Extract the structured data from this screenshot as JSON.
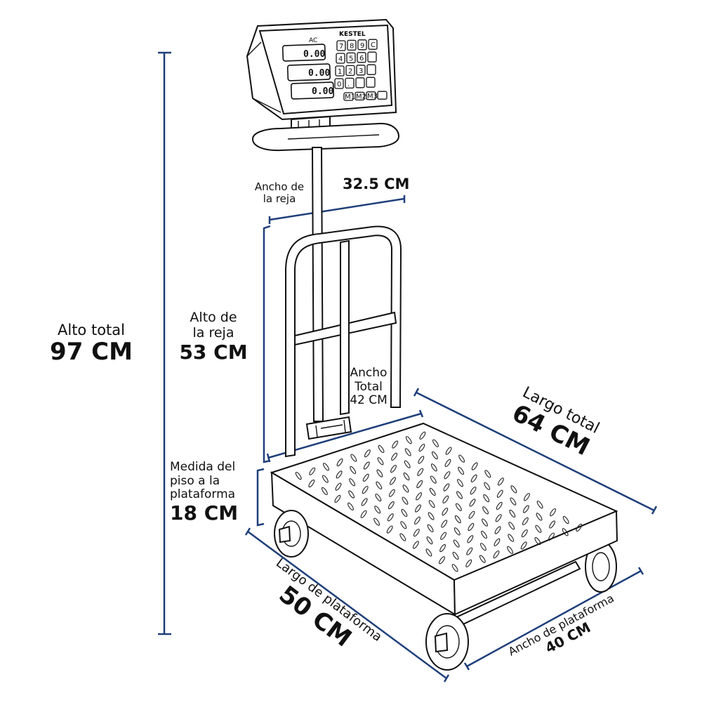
{
  "indicator": {
    "brand": "KESTEL",
    "ac_label": "AC",
    "displays": [
      "0.00",
      "0.00",
      "0.00"
    ],
    "keys": [
      "7",
      "8",
      "9",
      "C",
      "4",
      "5",
      "6",
      "",
      "1",
      "2",
      "3",
      "",
      "0",
      ".",
      "",
      ""
    ],
    "bottom_keys": [
      "M1",
      "M2",
      "M3",
      ""
    ]
  },
  "dimensions": {
    "total_height": {
      "label": "Alto total",
      "value": "97 CM"
    },
    "rail_width": {
      "label_line1": "Ancho de",
      "label_line2": "la reja",
      "value": "32.5 CM"
    },
    "rail_height": {
      "label_line1": "Alto de",
      "label_line2": "la reja",
      "value": "53 CM"
    },
    "total_width": {
      "label_line1": "Ancho",
      "label_line2": "Total",
      "value": "42 CM"
    },
    "total_length": {
      "label": "Largo total",
      "value": "64 CM"
    },
    "floor_to_platform": {
      "label_line1": "Medida del",
      "label_line2": "piso a la",
      "label_line3": "plataforma",
      "value": "18 CM"
    },
    "platform_length": {
      "label": "Largo de plataforma",
      "value": "50 CM"
    },
    "platform_width": {
      "label": "Ancho de plataforma",
      "value": "40 CM"
    }
  },
  "colors": {
    "dimension_line": "#1f3f7a",
    "ink": "#111111"
  }
}
